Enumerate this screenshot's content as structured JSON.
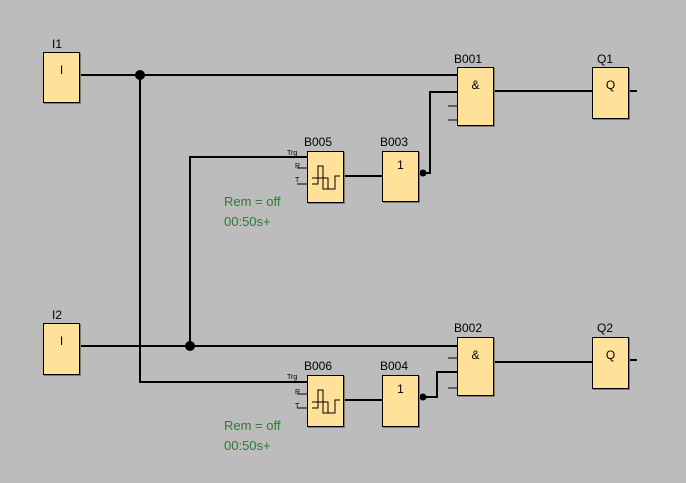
{
  "blocks": {
    "i1": {
      "label": "I1",
      "symbol": "I"
    },
    "i2": {
      "label": "I2",
      "symbol": "I"
    },
    "b001": {
      "label": "B001",
      "symbol": "&"
    },
    "b002": {
      "label": "B002",
      "symbol": "&"
    },
    "b003": {
      "label": "B003",
      "symbol": "1"
    },
    "b004": {
      "label": "B004",
      "symbol": "1"
    },
    "b005": {
      "label": "B005",
      "pins": [
        "Trg",
        "R",
        "T"
      ]
    },
    "b006": {
      "label": "B006",
      "pins": [
        "Trg",
        "R",
        "T"
      ]
    },
    "q1": {
      "label": "Q1",
      "symbol": "Q"
    },
    "q2": {
      "label": "Q2",
      "symbol": "Q"
    }
  },
  "params": {
    "b005": {
      "rem": "Rem = off",
      "time": "00:50s+"
    },
    "b006": {
      "rem": "Rem = off",
      "time": "00:50s+"
    }
  },
  "colors": {
    "block_fill": "#ffe199",
    "param_text": "#2f7a2f",
    "background": "#bcbcbc"
  }
}
